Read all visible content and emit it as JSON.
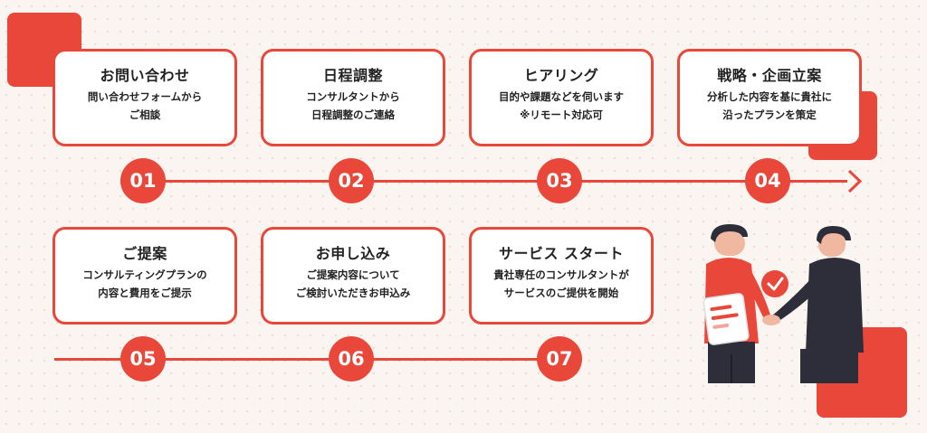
{
  "steps": [
    {
      "number": "01",
      "title": "お問い合わせ",
      "line1": "問い合わせフォームから",
      "line2": "ご相談"
    },
    {
      "number": "02",
      "title": "日程調整",
      "line1": "コンサルタントから",
      "line2": "日程調整のご連絡"
    },
    {
      "number": "03",
      "title": "ヒアリング",
      "line1": "目的や課題などを伺います",
      "line2": "※リモート対応可"
    },
    {
      "number": "04",
      "title": "戦略・企画立案",
      "line1": "分析した内容を基に貴社に",
      "line2": "沿ったプランを策定"
    },
    {
      "number": "05",
      "title": "ご提案",
      "line1": "コンサルティングプランの",
      "line2": "内容と費用をご提示"
    },
    {
      "number": "06",
      "title": "お申し込み",
      "line1": "ご提案内容について",
      "line2": "ご検討いただきお申込み"
    },
    {
      "number": "07",
      "title": "サービス スタート",
      "line1": "貴社専任のコンサルタントが",
      "line2": "サービスのご提供を開始"
    }
  ],
  "colors": {
    "accent": "#e8473a",
    "background": "#fbf5f1",
    "card": "#ffffff",
    "dark": "#2e2e3a",
    "skin": "#f0b8a0"
  },
  "icons": {
    "check": "check-circle-icon",
    "illustration": "handshake-illustration"
  }
}
